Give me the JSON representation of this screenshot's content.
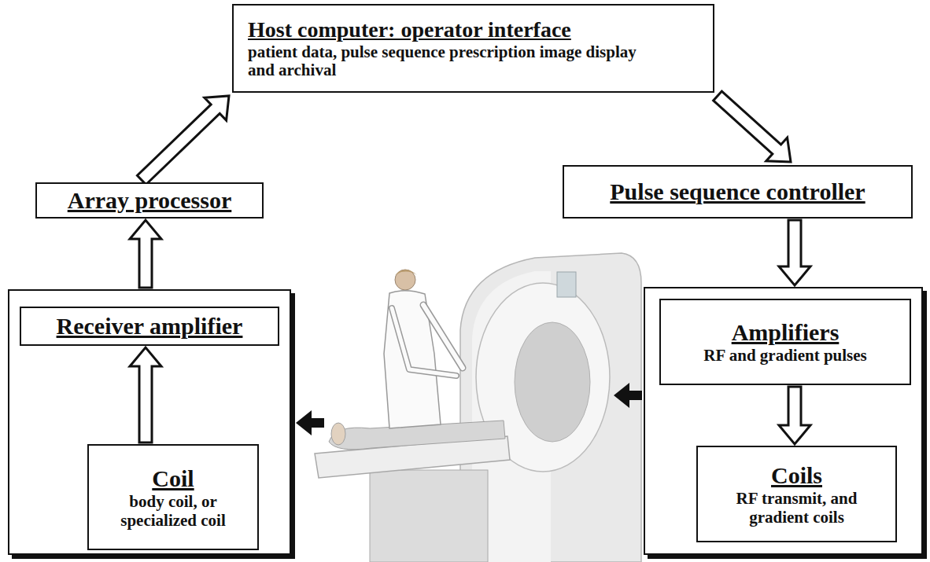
{
  "diagram": {
    "nodes": [
      {
        "text": [
          "Host computer: operator interface",
          "patient data, pulse sequence prescription image display and archival"
        ]
      },
      {
        "text": [
          "Array processor"
        ]
      },
      {
        "text": [
          "Pulse sequence controller"
        ]
      },
      {
        "text": []
      },
      {
        "text": [
          "Receiver amplifier"
        ],
        "in": 3
      },
      {
        "text": [
          "Coil",
          "body coil, or specialized coil"
        ],
        "in": 3
      },
      {
        "text": []
      },
      {
        "text": [
          "Amplifiers",
          "RF and gradient pulses"
        ],
        "in": 6
      },
      {
        "text": [
          "Coils",
          "RF transmit, and gradient coils"
        ],
        "in": 6
      }
    ],
    "edges": [
      {
        "from": 1,
        "to": 0,
        "arrow": "to"
      },
      {
        "from": 0,
        "to": 2,
        "arrow": "to"
      },
      {
        "from": 2,
        "to": 6,
        "arrow": "to"
      },
      {
        "from": 7,
        "to": 8,
        "arrow": "to"
      },
      {
        "from": 5,
        "to": 4,
        "arrow": "to"
      },
      {
        "from": 3,
        "to": 1,
        "arrow": "to"
      }
    ]
  }
}
